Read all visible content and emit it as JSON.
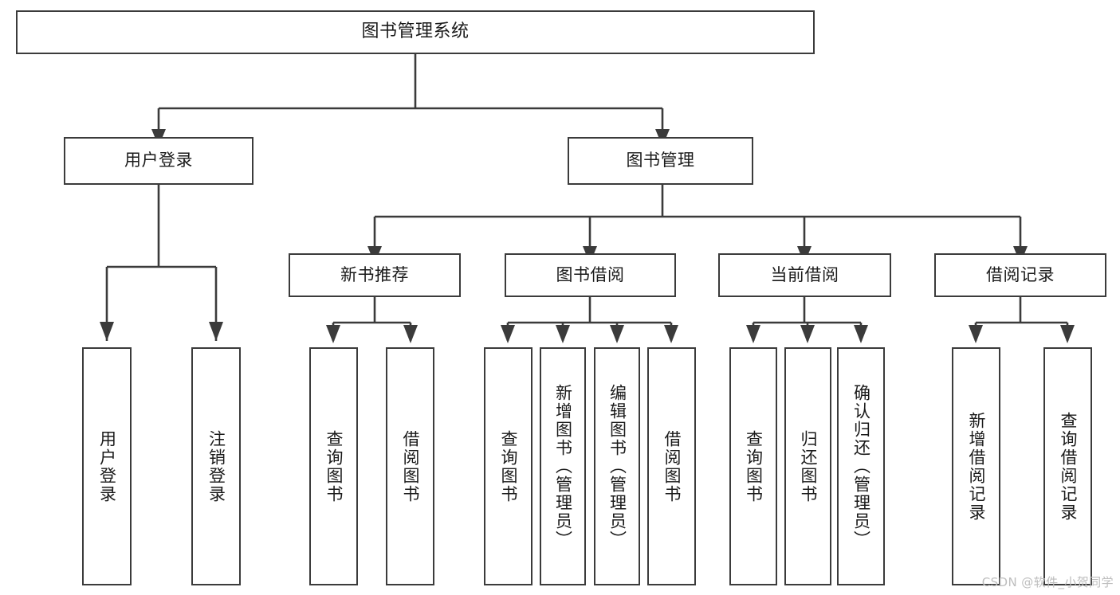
{
  "diagram": {
    "type": "tree-hierarchy",
    "title": "图书管理系统",
    "orientation": "top-down",
    "colors": {
      "node_border": "#3b3b3b",
      "node_fill": "#ffffff",
      "edge": "#3b3b3b",
      "text": "#1a1a1a",
      "watermark": "#bdbdbd",
      "background": "#ffffff"
    },
    "root": {
      "label": "图书管理系统"
    },
    "level1": [
      {
        "label": "用户登录"
      },
      {
        "label": "图书管理"
      }
    ],
    "level2": [
      {
        "label": "新书推荐"
      },
      {
        "label": "图书借阅"
      },
      {
        "label": "当前借阅"
      },
      {
        "label": "借阅记录"
      }
    ],
    "leaves": {
      "user_login": [
        {
          "label": "用户登录"
        },
        {
          "label": "注销登录"
        }
      ],
      "new_book_recommend": [
        {
          "label": "查询图书"
        },
        {
          "label": "借阅图书"
        }
      ],
      "book_borrow": [
        {
          "label": "查询图书"
        },
        {
          "label": "新增图书（管理员）"
        },
        {
          "label": "编辑图书（管理员）"
        },
        {
          "label": "借阅图书"
        }
      ],
      "current_borrow": [
        {
          "label": "查询图书"
        },
        {
          "label": "归还图书"
        },
        {
          "label": "确认归还（管理员）"
        }
      ],
      "borrow_record": [
        {
          "label": "新增借阅记录"
        },
        {
          "label": "查询借阅记录"
        }
      ]
    }
  },
  "watermark": {
    "text": "CSDN @软件_小贺同学"
  }
}
